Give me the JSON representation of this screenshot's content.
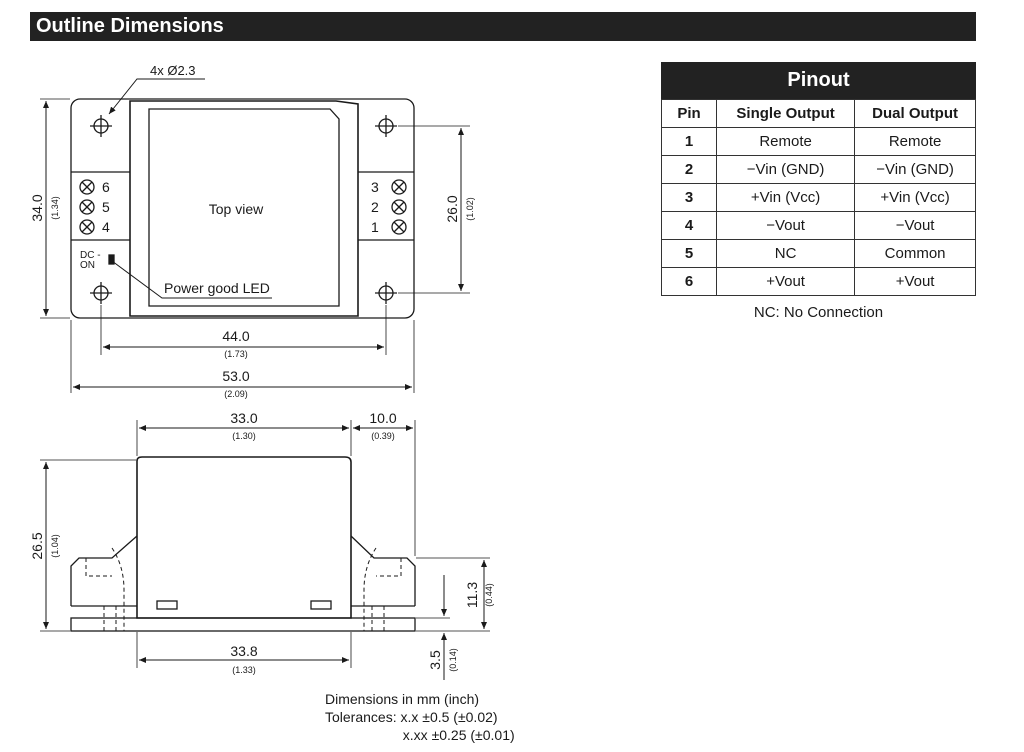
{
  "header": {
    "title": "Outline Dimensions"
  },
  "top_view": {
    "hole_callout": "4x Ø2.3",
    "center_label": "Top view",
    "led_label": "Power good LED",
    "dc_on_label": [
      "DC -",
      "ON"
    ],
    "left_pins": [
      "6",
      "5",
      "4"
    ],
    "right_pins": [
      "3",
      "2",
      "1"
    ],
    "dims": {
      "height": {
        "mm": "34.0",
        "inch": "(1.34)"
      },
      "hole_spacing_v": {
        "mm": "26.0",
        "inch": "(1.02)"
      },
      "hole_spacing_h": {
        "mm": "44.0",
        "inch": "(1.73)"
      },
      "width": {
        "mm": "53.0",
        "inch": "(2.09)"
      }
    }
  },
  "side_view": {
    "dims": {
      "body_top": {
        "mm": "33.0",
        "inch": "(1.30)"
      },
      "flange": {
        "mm": "10.0",
        "inch": "(0.39)"
      },
      "height": {
        "mm": "26.5",
        "inch": "(1.04)"
      },
      "flange_height": {
        "mm": "11.3",
        "inch": "(0.44)"
      },
      "base_height": {
        "mm": "3.5",
        "inch": "(0.14)"
      },
      "body_bottom": {
        "mm": "33.8",
        "inch": "(1.33)"
      }
    }
  },
  "pinout": {
    "title": "Pinout",
    "headers": [
      "Pin",
      "Single Output",
      "Dual Output"
    ],
    "rows": [
      [
        "1",
        "Remote",
        "Remote"
      ],
      [
        "2",
        "−Vin (GND)",
        "−Vin (GND)"
      ],
      [
        "3",
        "+Vin (Vcc)",
        "+Vin (Vcc)"
      ],
      [
        "4",
        "−Vout",
        "−Vout"
      ],
      [
        "5",
        "NC",
        "Common"
      ],
      [
        "6",
        "+Vout",
        "+Vout"
      ]
    ],
    "note": "NC: No Connection"
  },
  "footnote": {
    "line1": "Dimensions in mm (inch)",
    "line2": "Tolerances: x.x ±0.5 (±0.02)",
    "line3": "                    x.xx ±0.25 (±0.01)"
  }
}
